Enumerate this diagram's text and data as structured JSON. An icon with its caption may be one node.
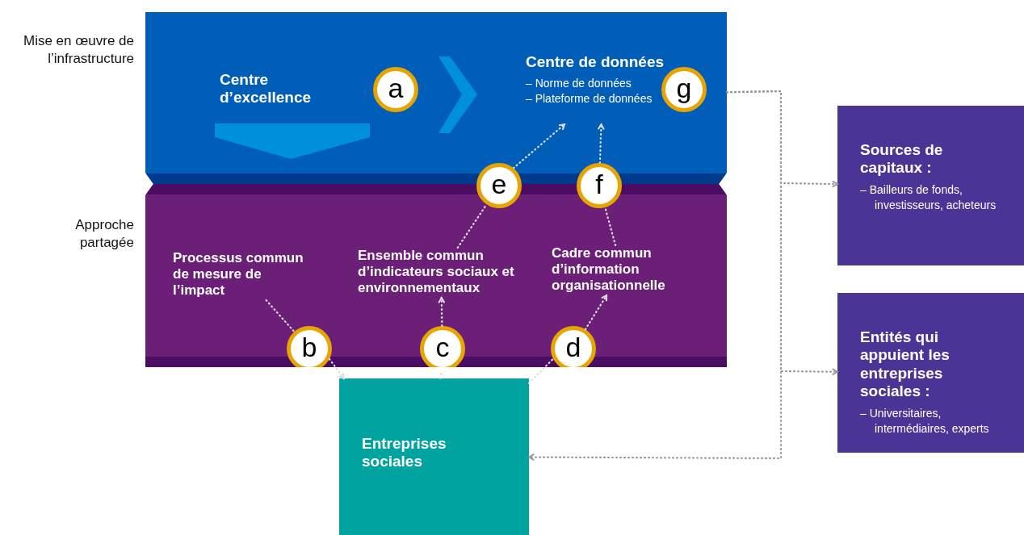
{
  "diagram": {
    "nodes": [
      {
        "text": [],
        "shape": "box",
        "beside": [
          "Mise en œuvre de l’infrastructure"
        ]
      },
      {
        "text": [
          "Centre d’excellence"
        ],
        "in": 0
      },
      {
        "text": [
          "a"
        ],
        "in": 0
      },
      {
        "text": [
          "Centre de données",
          "– Norme de données",
          "– Plateforme de données"
        ],
        "in": 0
      },
      {
        "text": [
          "g"
        ],
        "in": 0
      },
      {
        "text": [],
        "shape": "box",
        "beside": [
          "Approche partagée"
        ]
      },
      {
        "text": [
          "e"
        ]
      },
      {
        "text": [
          "f"
        ]
      },
      {
        "text": [
          "Processus commun de mesure de l’impact"
        ],
        "in": 5
      },
      {
        "text": [
          "Ensemble commun d’indicateurs sociaux et environnementaux"
        ],
        "in": 5
      },
      {
        "text": [
          "Cadre commun d’information organisationnelle"
        ],
        "in": 5
      },
      {
        "text": [
          "b"
        ],
        "in": 5
      },
      {
        "text": [
          "c"
        ],
        "in": 5
      },
      {
        "text": [
          "d"
        ],
        "in": 5
      },
      {
        "text": [
          "Entreprises sociales"
        ]
      },
      {
        "text": [
          "Sources de capitaux :",
          "– Bailleurs de fonds, investisseurs, acheteurs"
        ]
      },
      {
        "text": [
          "Entités qui appuient les entreprises sociales :",
          "– Universitaires, intermédiaires, experts"
        ]
      }
    ],
    "edges": [
      {
        "from": 8,
        "to": 11,
        "arrow": "none"
      },
      {
        "from": 11,
        "to": 14,
        "arrow": "to"
      },
      {
        "from": 14,
        "to": 12,
        "arrow": "none"
      },
      {
        "from": 12,
        "to": 9,
        "arrow": "to"
      },
      {
        "from": 14,
        "to": 13,
        "arrow": "none"
      },
      {
        "from": 13,
        "to": 10,
        "arrow": "to"
      },
      {
        "from": 9,
        "to": 6,
        "arrow": "none"
      },
      {
        "from": 6,
        "to": 3,
        "arrow": "to"
      },
      {
        "from": 10,
        "to": 7,
        "arrow": "none"
      },
      {
        "from": 7,
        "to": 3,
        "arrow": "to"
      },
      {
        "from": 0,
        "to": 15,
        "arrow": "to",
        "color": "#999999"
      },
      {
        "from": 0,
        "to": 16,
        "arrow": "to",
        "color": "#999999"
      },
      {
        "from": 0,
        "to": 14,
        "arrow": "to",
        "color": "#999999"
      }
    ]
  }
}
